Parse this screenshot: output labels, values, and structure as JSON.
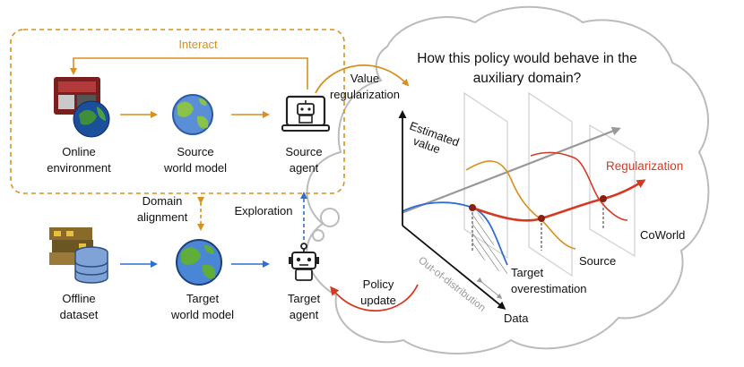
{
  "labels": {
    "interact": "Interact",
    "online_env_1": "Online",
    "online_env_2": "environment",
    "source_wm_1": "Source",
    "source_wm_2": "world model",
    "source_agent_1": "Source",
    "source_agent_2": "agent",
    "domain_align_1": "Domain",
    "domain_align_2": "alignment",
    "exploration": "Exploration",
    "offline_1": "Offline",
    "offline_2": "dataset",
    "target_wm_1": "Target",
    "target_wm_2": "world model",
    "target_agent_1": "Target",
    "target_agent_2": "agent",
    "value_reg_1": "Value",
    "value_reg_2": "regularization",
    "policy_update_1": "Policy",
    "policy_update_2": "update",
    "question_1": "How this policy would behave in the",
    "question_2": "auxiliary domain?",
    "est_value_1": "Estimated",
    "est_value_2": "value",
    "regularization": "Regularization",
    "coworld": "CoWorld",
    "source": "Source",
    "target_over_1": "Target",
    "target_over_2": "overestimation",
    "ood": "Out-of-distribution",
    "data": "Data"
  },
  "colors": {
    "orange": "#D9901E",
    "blue": "#2F6FD0",
    "red": "#D43A22",
    "gray": "#999999",
    "text": "#111111"
  },
  "icons": [
    "online-env-icon",
    "globe-icon",
    "robot-computer-icon",
    "dataset-icon",
    "robot-icon",
    "thought-cloud-icon"
  ]
}
